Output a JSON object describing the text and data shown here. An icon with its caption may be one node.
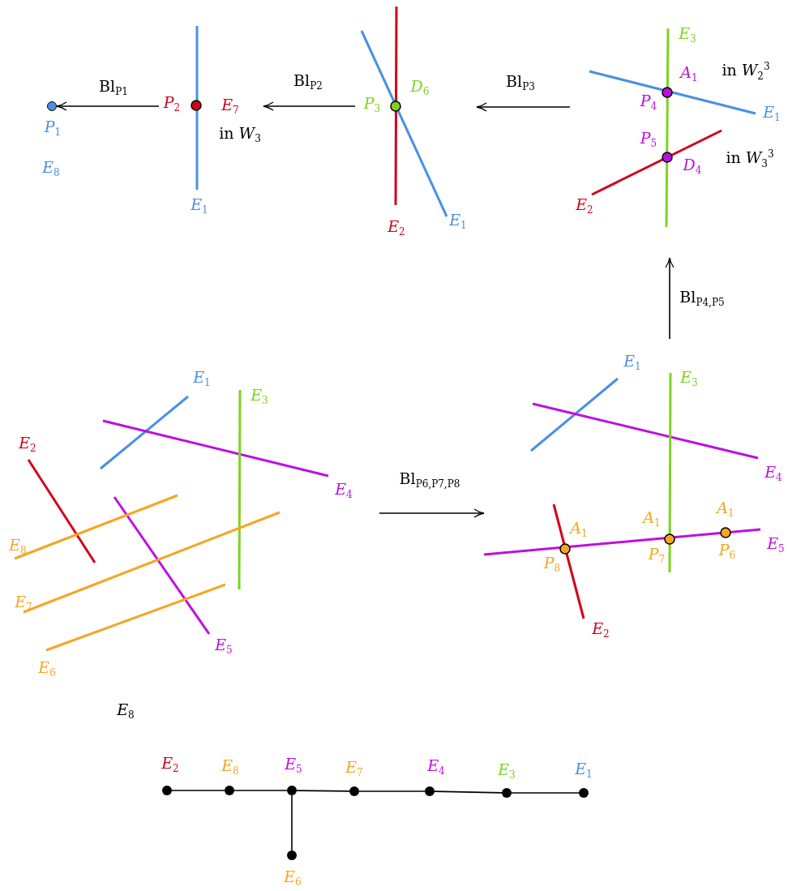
{
  "diagram": {
    "nodes": [
      {
        "text": [],
        "shape": "circle"
      },
      {
        "text": [],
        "shape": "picture"
      },
      {
        "text": [],
        "shape": "picture"
      },
      {
        "text": [],
        "shape": "picture"
      },
      {
        "text": [],
        "shape": "picture"
      },
      {
        "text": [],
        "shape": "picture"
      },
      {
        "text": [],
        "shape": "circle",
        "beside": [
          "*E*$_{2}$"
        ]
      },
      {
        "text": [],
        "shape": "circle",
        "beside": [
          "*E*$_{8}$"
        ]
      },
      {
        "text": [],
        "shape": "circle",
        "beside": [
          "*E*$_{5}$"
        ]
      },
      {
        "text": [],
        "shape": "circle",
        "beside": [
          "*E*$_{7}$"
        ]
      },
      {
        "text": [],
        "shape": "circle",
        "beside": [
          "*E*$_{4}$"
        ]
      },
      {
        "text": [],
        "shape": "circle",
        "beside": [
          "*E*$_{3}$"
        ]
      },
      {
        "text": [],
        "shape": "circle",
        "beside": [
          "*E*$_{1}$"
        ]
      },
      {
        "text": [],
        "shape": "circle",
        "beside": [
          "*E*$_{6}$"
        ]
      }
    ],
    "edges": [
      {
        "from": 1,
        "to": 0,
        "arrow": "to",
        "label": "Bl$_{P1}$"
      },
      {
        "from": 2,
        "to": 1,
        "arrow": "to",
        "label": "Bl$_{P2}$"
      },
      {
        "from": 3,
        "to": 2,
        "arrow": "to",
        "label": "Bl$_{P3}$"
      },
      {
        "from": 5,
        "to": 3,
        "arrow": "to",
        "label": "Bl$_{P4,P5}$"
      },
      {
        "from": 4,
        "to": 5,
        "arrow": "to",
        "label": "Bl$_{P6,P7,P8}$"
      },
      {
        "from": 6,
        "to": 7,
        "arrow": "none"
      },
      {
        "from": 7,
        "to": 8,
        "arrow": "none"
      },
      {
        "from": 8,
        "to": 9,
        "arrow": "none"
      },
      {
        "from": 9,
        "to": 10,
        "arrow": "none"
      },
      {
        "from": 10,
        "to": 11,
        "arrow": "none"
      },
      {
        "from": 11,
        "to": 12,
        "arrow": "none"
      },
      {
        "from": 8,
        "to": 13,
        "arrow": "none"
      }
    ],
    "labels": [
      "*P*$_{1}$",
      "*E*$_{8}$",
      "*P*$_{2}$",
      "*E*$_{7}$",
      "in *W*$_{3}$",
      "*E*$_{1}$",
      "*P*$_{3}$",
      "*D*$_{6}$",
      "*E*$_{2}$",
      "*E*$_{1}$",
      "*E*$_{3}$",
      "*A*$_{1}$",
      "in *W*$_{2}$$^{3}$",
      "*P*$_{4}$",
      "*E*$_{1}$",
      "*P*$_{5}$",
      "*D*$_{4}$",
      "in *W*$_{3}$$^{3}$",
      "*E*$_{2}$",
      "*E*$_{1}$",
      "*E*$_{3}$",
      "*E*$_{2}$",
      "*E*$_{4}$",
      "*E*$_{8}$",
      "*E*$_{7}$",
      "*E*$_{5}$",
      "*E*$_{6}$",
      "*E*$_{8}$",
      "*E*$_{1}$",
      "*E*$_{3}$",
      "*E*$_{4}$",
      "*A*$_{1}$",
      "*A*$_{1}$",
      "*A*$_{1}$",
      "*E*$_{5}$",
      "*P*$_{8}$",
      "*P*$_{7}$",
      "*P*$_{6}$",
      "*E*$_{2}$"
    ]
  }
}
